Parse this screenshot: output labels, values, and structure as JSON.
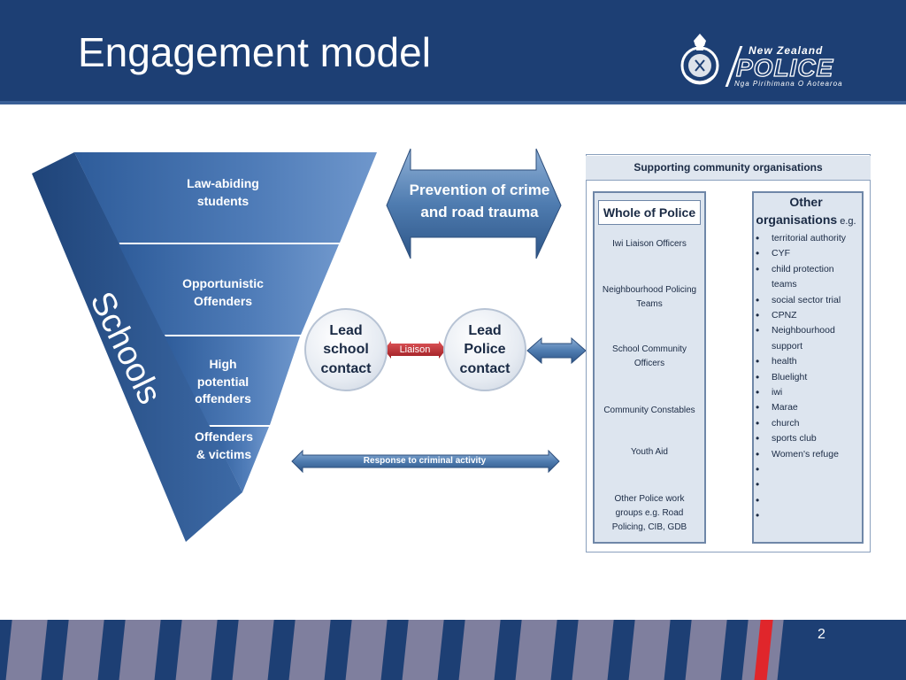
{
  "slide": {
    "title": "Engagement model",
    "page_number": "2"
  },
  "logo": {
    "top_text": "New Zealand",
    "main_text": "POLICE",
    "sub_text": "Nga Pirihimana O Aotearoa"
  },
  "triangle": {
    "side_label": "Schools",
    "levels": [
      {
        "line1": "Law-abiding",
        "line2": "students",
        "line3": ""
      },
      {
        "line1": "Opportunistic",
        "line2": "Offenders",
        "line3": ""
      },
      {
        "line1": "High",
        "line2": "potential",
        "line3": "offenders"
      },
      {
        "line1": "Offenders",
        "line2": "& victims",
        "line3": ""
      }
    ]
  },
  "arrows": {
    "prevention_line1": "Prevention of crime",
    "prevention_line2": "and road trauma",
    "liaison": "Liaison",
    "response": "Response to criminal activity"
  },
  "contacts": {
    "school": {
      "line1": "Lead",
      "line2": "school",
      "line3": "contact"
    },
    "police": {
      "line1": "Lead",
      "line2": "Police",
      "line3": "contact"
    }
  },
  "supporting": {
    "title": "Supporting community organisations",
    "whole_of_police": {
      "title": "Whole of Police",
      "items": [
        {
          "line1": "Iwi Liaison Officers",
          "line2": "",
          "line3": ""
        },
        {
          "line1": "Neighbourhood Policing",
          "line2": "Teams",
          "line3": ""
        },
        {
          "line1": "School Community",
          "line2": "Officers",
          "line3": ""
        },
        {
          "line1": "Community Constables",
          "line2": "",
          "line3": ""
        },
        {
          "line1": "Youth Aid",
          "line2": "",
          "line3": ""
        },
        {
          "line1": "Other Police work",
          "line2": "groups e.g. Road",
          "line3": "Policing, CIB, GDB"
        }
      ]
    },
    "other": {
      "title_line1": "Other",
      "title_line2": "organisations",
      "title_suffix": " e.g.",
      "items": [
        "territorial authority",
        "CYF",
        "child protection",
        "teams",
        "social sector trial",
        "CPNZ",
        "Neighbourhood",
        "support",
        "health",
        "Bluelight",
        "iwi",
        "Marae",
        "church",
        "sports club",
        "Women's refuge",
        "",
        "",
        "",
        ""
      ],
      "bulleted": [
        true,
        true,
        true,
        false,
        true,
        true,
        true,
        false,
        true,
        true,
        true,
        true,
        true,
        true,
        true,
        true,
        true,
        true,
        true
      ]
    }
  },
  "colors": {
    "header_blue": "#1d3f74",
    "triangle_blue": "#3d6aa6",
    "liaison_red": "#c0272d",
    "stripe_grey": "#7f7f9e",
    "stripe_red": "#e0262b"
  }
}
